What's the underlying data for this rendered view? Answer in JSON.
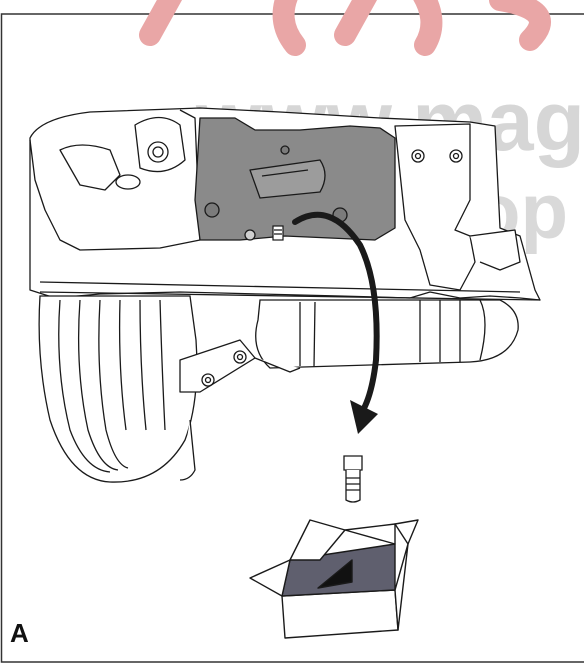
{
  "figure": {
    "panel_label": "A",
    "watermark_lines": [
      "www.mag",
      "magyarkop"
    ],
    "colors": {
      "line": "#1a1a1a",
      "shield_fill": "#8a8a8a",
      "box_inner": "#5f5f6e",
      "watermark_red": "#e6a0a0",
      "watermark_gray": "#c8c8c8",
      "frame": "#333333"
    }
  }
}
